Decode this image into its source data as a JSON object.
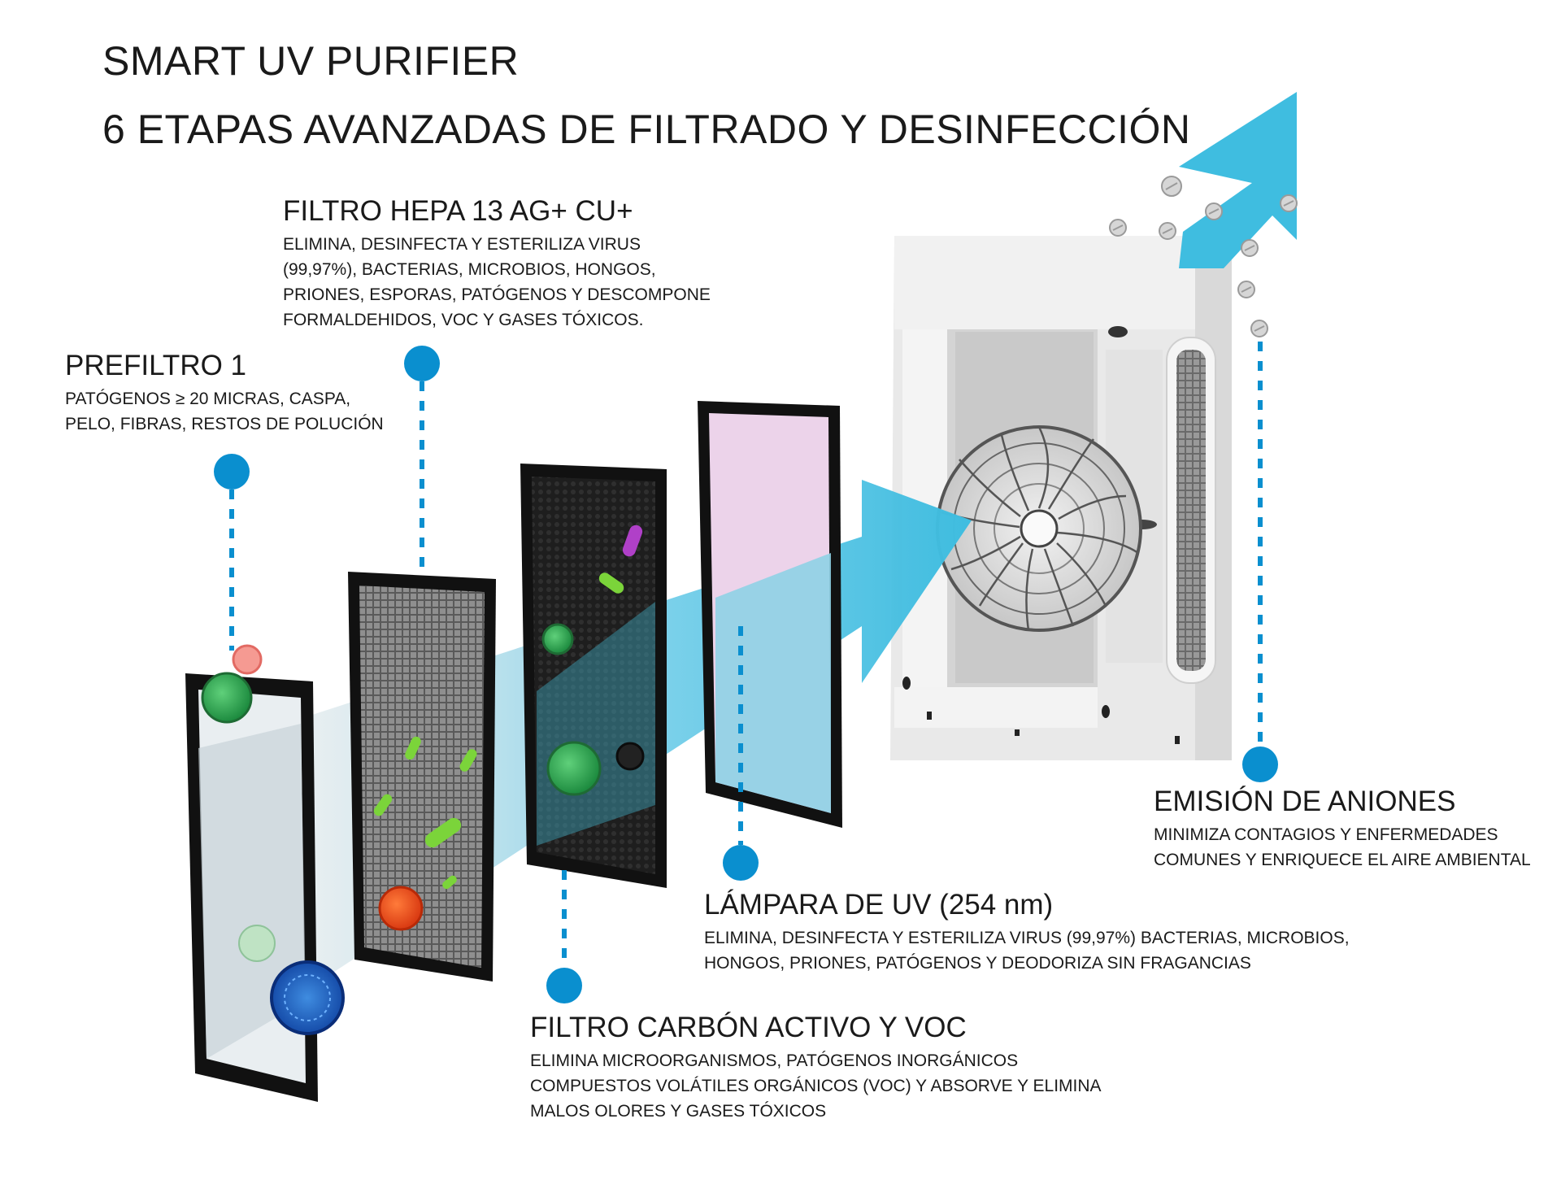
{
  "title": {
    "line1": "SMART UV PURIFIER",
    "line2": "6 ETAPAS AVANZADAS DE FILTRADO Y DESINFECCIÓN"
  },
  "stages": {
    "prefiltro": {
      "heading": "PREFILTRO 1",
      "lines": [
        "PATÓGENOS ≥ 20 MICRAS, CASPA,",
        "PELO, FIBRAS, RESTOS DE POLUCIÓN"
      ]
    },
    "hepa": {
      "heading": "FILTRO HEPA 13 AG+ CU+",
      "lines": [
        "ELIMINA, DESINFECTA Y ESTERILIZA VIRUS",
        "(99,97%), BACTERIAS, MICROBIOS, HONGOS,",
        "PRIONES, ESPORAS, PATÓGENOS Y DESCOMPONE",
        "FORMALDEHIDOS, VOC Y GASES TÓXICOS."
      ]
    },
    "carbon": {
      "heading": "FILTRO CARBÓN ACTIVO Y VOC",
      "lines": [
        "ELIMINA MICROORGANISMOS, PATÓGENOS INORGÁNICOS",
        "COMPUESTOS VOLÁTILES ORGÁNICOS (VOC) Y ABSORVE Y ELIMINA",
        "MALOS OLORES Y GASES TÓXICOS"
      ]
    },
    "uv": {
      "heading": "LÁMPARA DE UV (254 nm)",
      "lines": [
        "ELIMINA, DESINFECTA Y ESTERILIZA VIRUS (99,97%) BACTERIAS, MICROBIOS,",
        "HONGOS, PRIONES, PATÓGENOS Y DEODORIZA SIN FRAGANCIAS"
      ]
    },
    "aniones": {
      "heading": "EMISIÓN DE ANIONES",
      "lines": [
        "MINIMIZA CONTAGIOS Y ENFERMEDADES",
        "COMUNES Y ENRIQUECE EL AIRE AMBIENTAL"
      ]
    }
  },
  "colors": {
    "accent_blue": "#0a8fcf",
    "air_arrow": "#3fbde0",
    "frame": "#111111",
    "uv_panel": "#ecd3ea",
    "text": "#1a1a1a"
  }
}
